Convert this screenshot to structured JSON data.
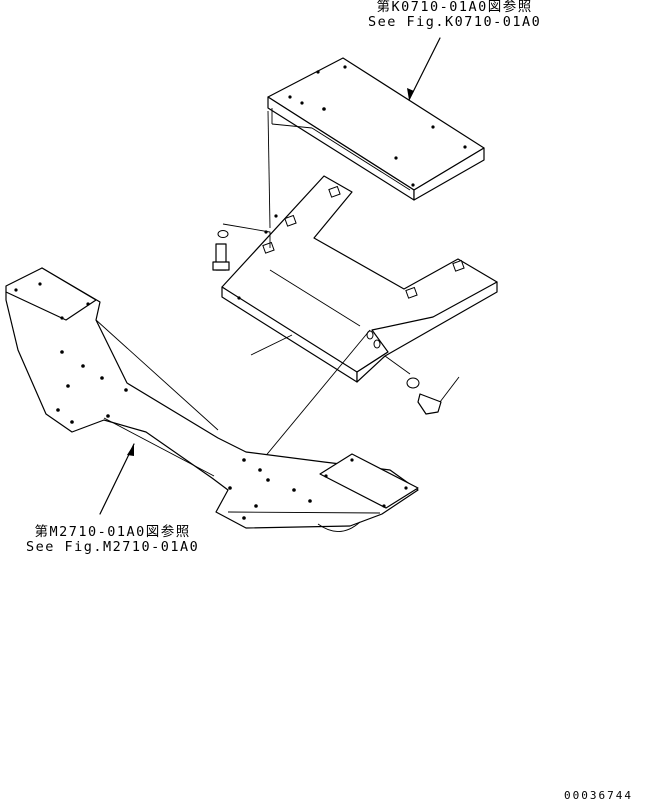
{
  "callouts": {
    "top_right": {
      "line1": "第K0710-01A0図参照",
      "line2": "See Fig.K0710-01A0"
    },
    "bottom_left": {
      "line1": "第M2710-01A0図参照",
      "line2": "See Fig.M2710-01A0"
    }
  },
  "drawing_number": "00036744"
}
